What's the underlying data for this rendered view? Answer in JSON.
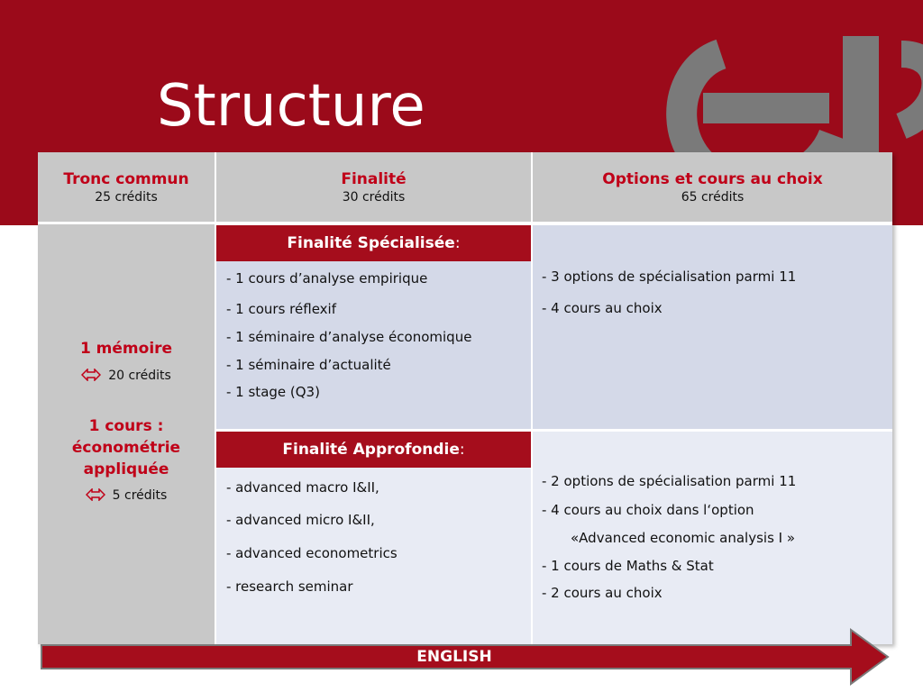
{
  "slide": {
    "title": "Structure",
    "colors": {
      "brand_red": "#9b0a1a",
      "accent_red": "#c00018",
      "gray": "#c8c8c8",
      "blue": "#d4d9e8"
    }
  },
  "logo": {
    "icon": "esl-logo-icon"
  },
  "table": {
    "headers": [
      {
        "title": "Tronc commun",
        "credits": "25 crédits"
      },
      {
        "title": "Finalité",
        "credits": "30 crédits"
      },
      {
        "title": "Options et cours au choix",
        "credits": "65 crédits"
      }
    ],
    "tronc": {
      "memoire": "1 mémoire",
      "memoire_credits": "20 crédits",
      "cours_line1": "1 cours :",
      "cours_line2": "économétrie",
      "cours_line3": "appliquée",
      "cours_credits": "5 crédits"
    },
    "specialisee": {
      "title": "Finalité Spécialisée",
      "colon": ":",
      "items": [
        "- 1 cours d’analyse empirique",
        "- 1 cours réflexif",
        "- 1 séminaire d’analyse économique",
        "- 1 séminaire d’actualité",
        "- 1 stage (Q3)"
      ],
      "options": [
        "- 3 options de spécialisation parmi 11",
        "- 4 cours au choix"
      ]
    },
    "approfondie": {
      "title": "Finalité Approfondie",
      "colon": ":",
      "items": [
        "- advanced macro I&II,",
        "- advanced micro I&II,",
        "- advanced econometrics",
        "- research seminar"
      ],
      "options": [
        "- 2 options de spécialisation parmi 11",
        "- 4 cours au choix dans l‘option",
        "«Advanced economic analysis I »",
        "- 1 cours de Maths & Stat",
        "- 2 cours au choix"
      ]
    }
  },
  "footer_arrow": {
    "label": "ENGLISH"
  }
}
